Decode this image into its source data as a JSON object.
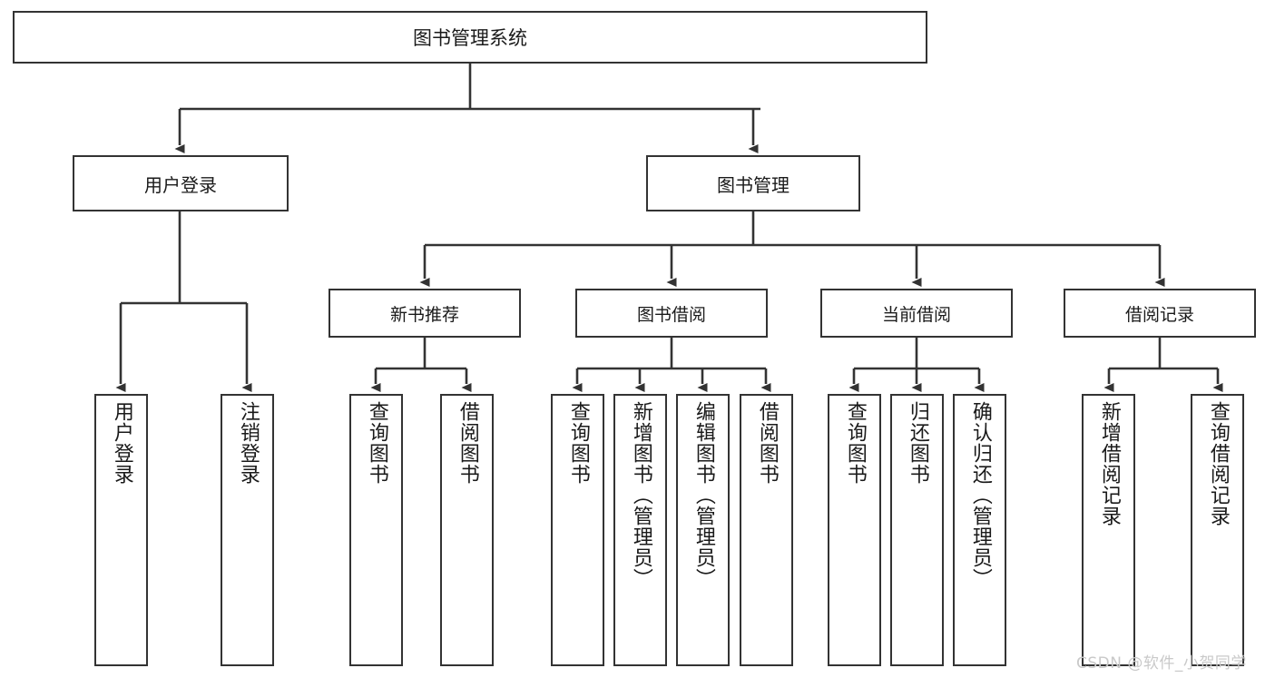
{
  "diagram": {
    "type": "tree",
    "title": "图书管理系统",
    "root": {
      "label": "图书管理系统"
    },
    "level2": [
      {
        "label": "用户登录"
      },
      {
        "label": "图书管理"
      }
    ],
    "level3": [
      {
        "label": "新书推荐"
      },
      {
        "label": "图书借阅"
      },
      {
        "label": "当前借阅"
      },
      {
        "label": "借阅记录"
      }
    ],
    "leaves": {
      "user_login": [
        {
          "label": "用户登录"
        },
        {
          "label": "注销登录"
        }
      ],
      "new_book_recommend": [
        {
          "label": "查询图书"
        },
        {
          "label": "借阅图书"
        }
      ],
      "book_borrow": [
        {
          "label": "查询图书"
        },
        {
          "label": "新增图书（管理员）"
        },
        {
          "label": "编辑图书（管理员）"
        },
        {
          "label": "借阅图书"
        }
      ],
      "current_borrow": [
        {
          "label": "查询图书"
        },
        {
          "label": "归还图书"
        },
        {
          "label": "确认归还（管理员）"
        }
      ],
      "borrow_record": [
        {
          "label": "新增借阅记录"
        },
        {
          "label": "查询借阅记录"
        }
      ]
    }
  },
  "watermark": {
    "text": "CSDN @软件_小贺同学"
  },
  "colors": {
    "stroke": "#333333",
    "background": "#ffffff",
    "text": "#1a1a1a",
    "watermark": "#c9c9c9"
  }
}
